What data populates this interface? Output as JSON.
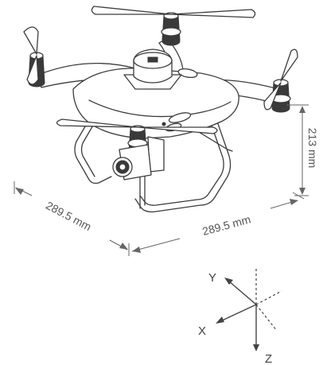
{
  "dimensions": {
    "diagonal_left": "289.5 mm",
    "diagonal_right": "289.5 mm",
    "height": "213 mm"
  },
  "axes": {
    "x": "X",
    "y": "Y",
    "z": "Z"
  },
  "colors": {
    "outline": "#3c3c3c",
    "motor": "#3a3a3a",
    "dimension_line": "#666666"
  }
}
